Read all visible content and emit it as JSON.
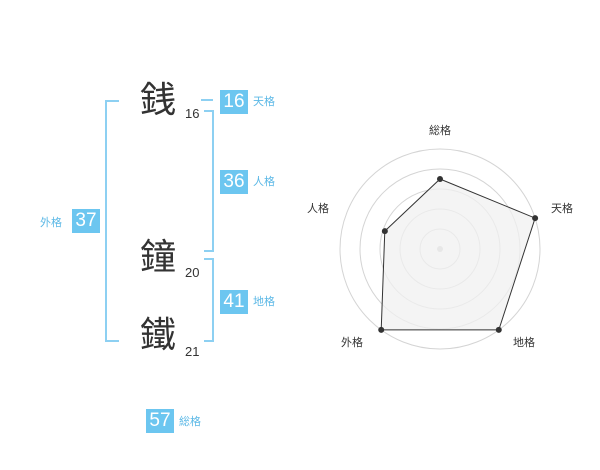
{
  "name_chars": [
    {
      "char": "銭",
      "strokes": "16"
    },
    {
      "char": "鐘",
      "strokes": "20"
    },
    {
      "char": "鐵",
      "strokes": "21"
    }
  ],
  "fortunes": {
    "tenkaku": {
      "value": "16",
      "label": "天格"
    },
    "jinkaku": {
      "value": "36",
      "label": "人格"
    },
    "chikaku": {
      "value": "41",
      "label": "地格"
    },
    "gaikaku": {
      "value": "37",
      "label": "外格"
    },
    "soukaku": {
      "value": "57",
      "label": "総格"
    }
  },
  "chart_data": {
    "type": "radar",
    "axes": [
      "総格",
      "天格",
      "地格",
      "外格",
      "人格"
    ],
    "values": [
      0.7,
      1.0,
      1.0,
      1.0,
      0.58
    ],
    "rings": 5,
    "fill": "#f0f0f0",
    "line": "#333333"
  }
}
